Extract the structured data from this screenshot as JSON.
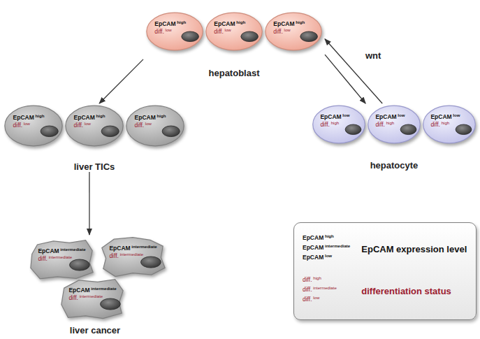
{
  "diagram": {
    "nodes": [
      {
        "text": [
          "hepatoblast"
        ]
      },
      {
        "text": [
          "EpCAM high",
          "diff. low"
        ],
        "in": 0
      },
      {
        "text": [
          "EpCAM high",
          "diff. low"
        ],
        "in": 0
      },
      {
        "text": [
          "EpCAM high",
          "diff. low"
        ],
        "in": 0
      },
      {
        "text": [
          "liver TICs"
        ]
      },
      {
        "text": [
          "EpCAM high",
          "diff. low"
        ],
        "in": 4
      },
      {
        "text": [
          "EpCAM high",
          "diff. low"
        ],
        "in": 4
      },
      {
        "text": [
          "EpCAM high",
          "diff. low"
        ],
        "in": 4
      },
      {
        "text": [
          "hepatocyte"
        ]
      },
      {
        "text": [
          "EpCAM low",
          "diff. high"
        ],
        "in": 8
      },
      {
        "text": [
          "EpCAM low",
          "diff. high"
        ],
        "in": 8
      },
      {
        "text": [
          "EpCAM low",
          "diff. high"
        ],
        "in": 8
      },
      {
        "text": [
          "liver cancer"
        ]
      },
      {
        "text": [
          "EpCAM intermediate",
          "diff. intermediate"
        ],
        "in": 12
      },
      {
        "text": [
          "EpCAM intermediate",
          "diff. intermediate"
        ],
        "in": 12
      },
      {
        "text": [
          "EpCAM intermediate",
          "diff. intermediate"
        ],
        "in": 12
      }
    ],
    "edges": [
      {
        "from": 0,
        "to": 4,
        "arrow": "to"
      },
      {
        "from": 4,
        "to": 12,
        "arrow": "to"
      },
      {
        "from": 8,
        "to": 0,
        "label": "wnt",
        "arrow": "to"
      },
      {
        "from": 0,
        "to": 8,
        "arrow": "to"
      }
    ],
    "labels": [
      "EpCAM high",
      "EpCAM intermediate",
      "EpCAM low",
      "diff. high",
      "diff. intermediate",
      "diff. low"
    ],
    "legend": [
      {
        "text": "EpCAM expression level"
      },
      {
        "text": "differentiation status"
      }
    ]
  }
}
